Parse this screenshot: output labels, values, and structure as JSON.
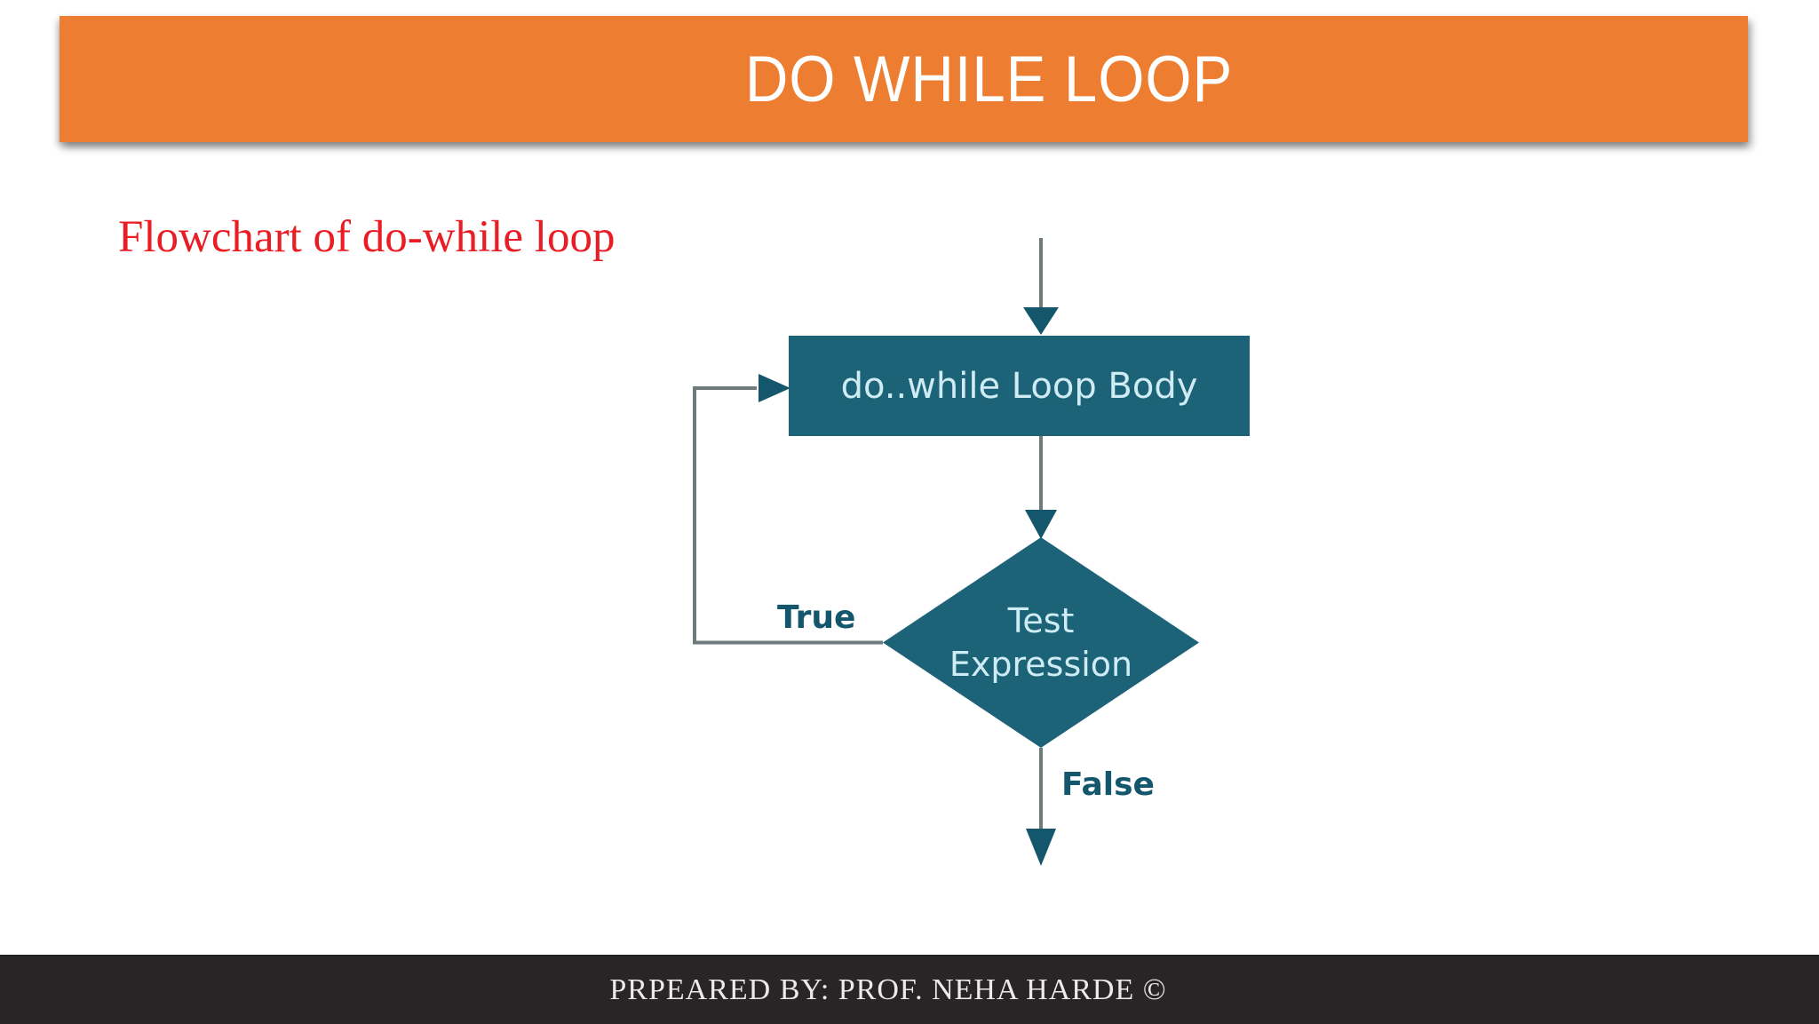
{
  "slide": {
    "background_color": "#FFFFFF"
  },
  "header": {
    "title": "DO WHILE LOOP",
    "background_color": "#ED7D31",
    "text_color": "#FFFFFF"
  },
  "caption": {
    "text": "Flowchart of do-while loop",
    "color": "#EA1C24"
  },
  "flowchart": {
    "nodes": [
      {
        "id": "loop-body",
        "type": "process",
        "label": "do..while Loop Body"
      },
      {
        "id": "test-expression",
        "type": "decision",
        "label_line1": "Test",
        "label_line2": "Expression"
      }
    ],
    "edge_labels": {
      "true": "True",
      "false": "False"
    },
    "colors": {
      "shape_fill": "#1C6377",
      "shape_text": "#CFEBF4",
      "connector_line": "#6E7B7D",
      "arrowhead": "#14566B",
      "edge_label_text": "#14566B"
    }
  },
  "footer": {
    "text": "PRPEARED BY: PROF. NEHA HARDE ©",
    "background_color": "#272525",
    "text_color": "#ECEAEA"
  }
}
